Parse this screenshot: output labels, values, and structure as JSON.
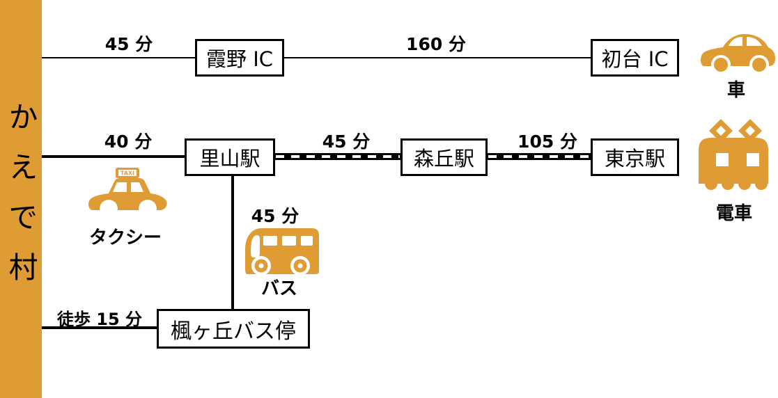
{
  "diagram": {
    "title": "かえで村",
    "accent_color": "#DF9C35"
  },
  "car_route": {
    "seg1_duration": "45 分",
    "node1": "霞野 IC",
    "seg2_duration": "160 分",
    "node2": "初台 IC",
    "mode_label": "車"
  },
  "train_route": {
    "seg1_duration": "40 分",
    "node1": "里山駅",
    "seg2_duration": "45 分",
    "node2": "森丘駅",
    "seg3_duration": "105 分",
    "node3": "東京駅",
    "mode_label": "電車"
  },
  "taxi": {
    "sign": "TAXI",
    "label": "タクシー"
  },
  "bus_route": {
    "duration": "45 分",
    "node": "楓ヶ丘バス停",
    "mode_label": "バス"
  },
  "walk_route": {
    "duration": "徒歩 15 分"
  }
}
